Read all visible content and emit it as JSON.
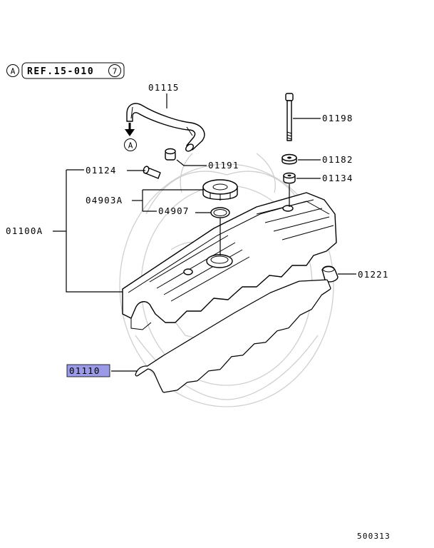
{
  "ref": {
    "callout_letter": "A",
    "text": "REF.15-010",
    "circle_number": "7"
  },
  "hose_callout": "A",
  "part_labels": {
    "p01115": "01115",
    "p01191": "01191",
    "p01124": "01124",
    "p04903A": "04903A",
    "p04907": "04907",
    "p01100A": "01100A",
    "p01198": "01198",
    "p01182": "01182",
    "p01134": "01134",
    "p01221": "01221",
    "p01110": "01110"
  },
  "highlighted_part": "01110",
  "colors": {
    "highlight": "#9a9ae6",
    "line": "#000000",
    "watermark": "#cfcfcf"
  },
  "diagram_id": "500313"
}
